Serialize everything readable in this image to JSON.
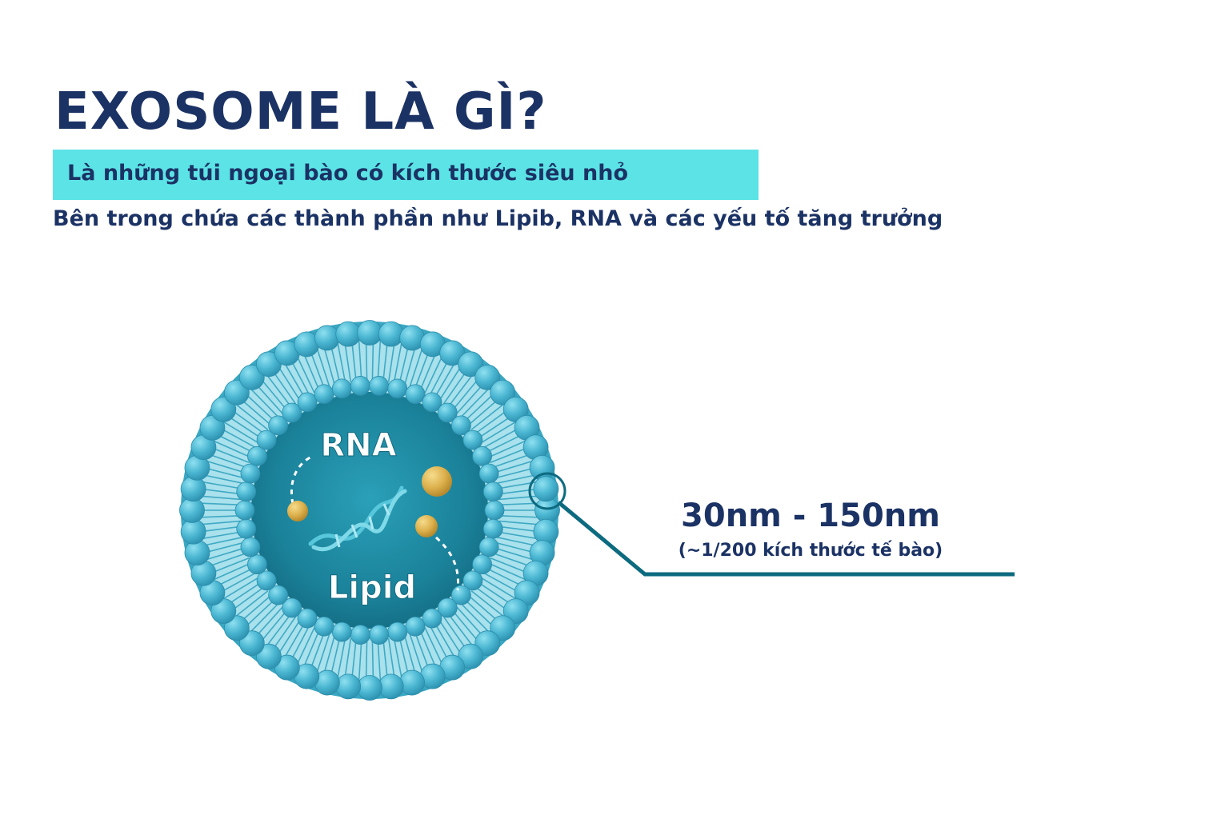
{
  "header": {
    "title": "EXOSOME LÀ GÌ?",
    "highlight": "Là những túi ngoại bào có kích thước siêu nhỏ",
    "description": "Bên trong chứa các thành phần như Lipib, RNA và các yếu tố tăng trưởng"
  },
  "diagram": {
    "label_rna": "RNA",
    "label_lipid": "Lipid",
    "size_range": "30nm - 150nm",
    "size_note": "(~1/200 kích thước tế bào)"
  },
  "colors": {
    "title": "#1b3264",
    "highlight_bg": "#5ce3e6",
    "membrane_head": "#4fb9d4",
    "vesicle_core": "#1f8ea8",
    "callout_line": "#0d6b80",
    "particle": "#e0b550"
  }
}
